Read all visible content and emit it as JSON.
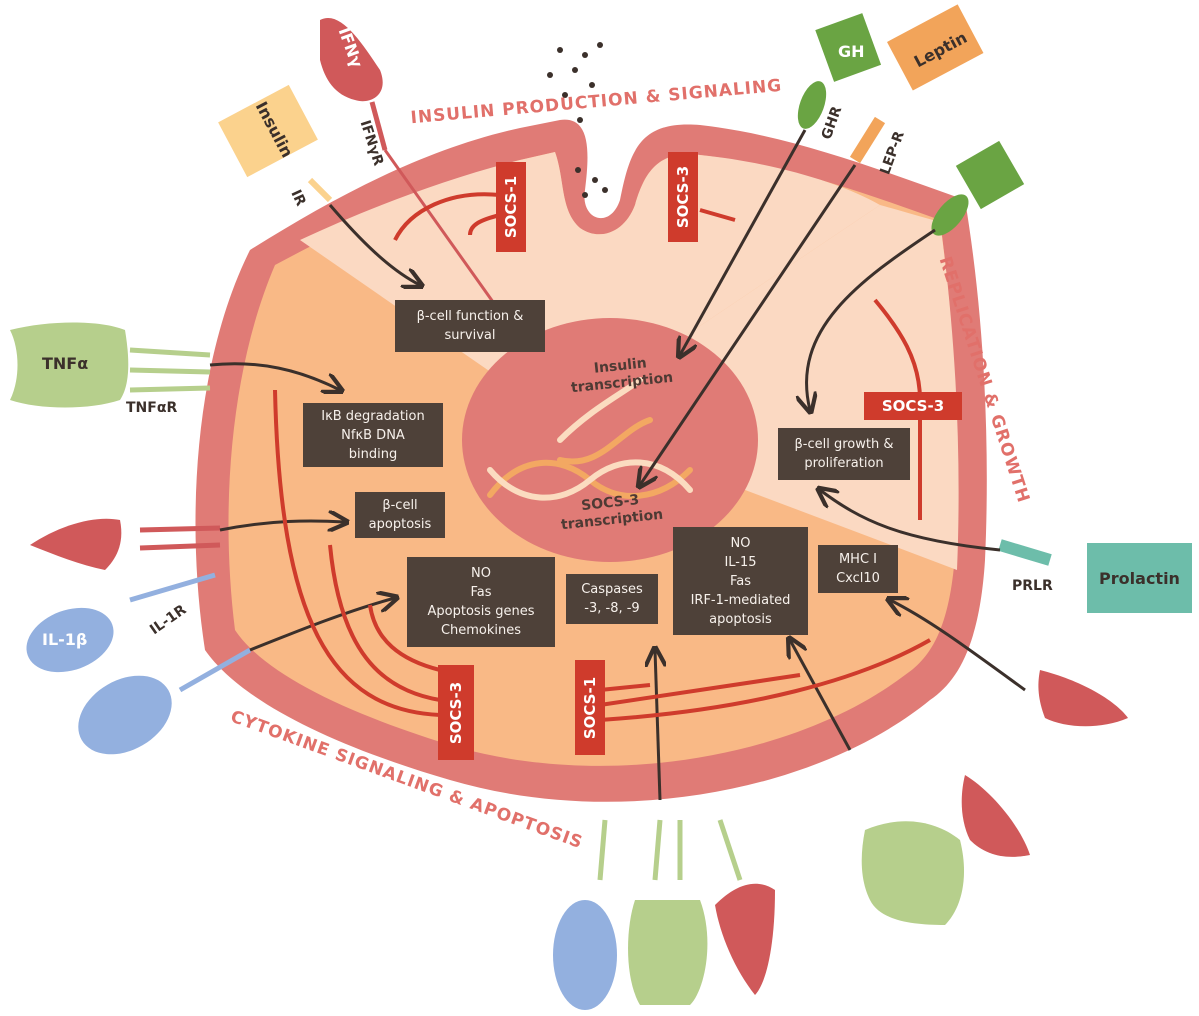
{
  "regions": {
    "insulin": "INSULIN PRODUCTION & SIGNALING",
    "replication": "REPLICATION & GROWTH",
    "cytokine": "CYTOKINE SIGNALING & APOPTOSIS"
  },
  "ligands": {
    "ifng": "IFNγ",
    "insulin": "Insulin",
    "gh": "GH",
    "leptin": "Leptin",
    "tnfa": "TNFα",
    "il1b": "IL-1β",
    "prolactin": "Prolactin"
  },
  "receptors": {
    "ifngr": "IFNγR",
    "ir": "IR",
    "ghr": "GHR",
    "lepr": "LEP-R",
    "tnfar": "TNFαR",
    "il1r": "IL-1R",
    "prlr": "PRLR"
  },
  "socs": {
    "socs1_top": "SOCS-1",
    "socs3_top": "SOCS-3",
    "socs3_right": "SOCS-3",
    "socs3_bottom": "SOCS-3",
    "socs1_bottom": "SOCS-1"
  },
  "nucleus": {
    "insulin_transcription": [
      "Insulin",
      "transcription"
    ],
    "socs3_transcription": [
      "SOCS-3",
      "transcription"
    ]
  },
  "boxes": {
    "function": [
      "β-cell function &",
      "survival"
    ],
    "ikb": [
      "IκB degradation",
      "NfκB DNA",
      "binding"
    ],
    "apoptosis": [
      "β-cell",
      "apoptosis"
    ],
    "no_fas": [
      "NO",
      "Fas",
      "Apoptosis genes",
      "Chemokines"
    ],
    "caspases": [
      "Caspases",
      "-3, -8, -9"
    ],
    "no_il15": [
      "NO",
      "IL-15",
      "Fas",
      "IRF-1-mediated",
      "apoptosis"
    ],
    "mhc": [
      "MHC I",
      "Cxcl10"
    ],
    "growth": [
      "β-cell growth &",
      "proliferation"
    ]
  },
  "colors": {
    "outer": "#e07b76",
    "cytoplasm": "#f9b986",
    "light": "#fbd9c2",
    "nucleus": "#e07b76",
    "socs": "#cf3b2c",
    "box": "#4e4139",
    "red_ligand": "#d0595a",
    "green_ligand": "#b6cf8c",
    "blue_ligand": "#93b0df",
    "gh_green": "#6aa443",
    "leptin_orange": "#f2a45a",
    "insulin_yellow": "#fbd28d",
    "prolactin_teal": "#6dbdaa"
  }
}
